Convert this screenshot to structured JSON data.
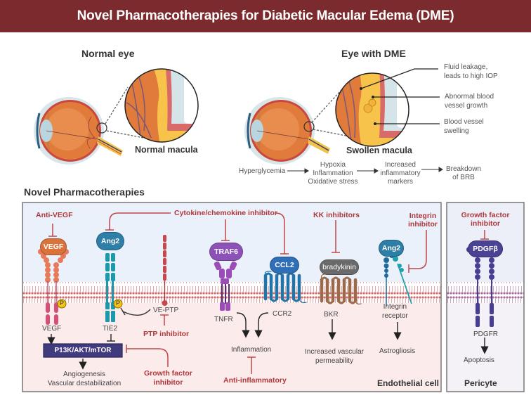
{
  "title": "Novel Pharmacotherapies for Diabetic Macular Edema (DME)",
  "top": {
    "normal_eye": {
      "heading": "Normal eye",
      "zoom_caption": "Normal macula"
    },
    "dme_eye": {
      "heading": "Eye with DME",
      "zoom_caption": "Swollen macula",
      "callouts": [
        {
          "line1": "Fluid leakage,",
          "line2": "leads to high IOP"
        },
        {
          "line1": "Abnormal blood",
          "line2": "vessel growth"
        },
        {
          "line1": "Blood vessel",
          "line2": "swelling"
        }
      ]
    },
    "pathway": [
      {
        "lines": [
          "Hyperglycemia"
        ]
      },
      {
        "lines": [
          "Hypoxia",
          "Inflammation",
          "Oxidative stress"
        ]
      },
      {
        "lines": [
          "Increased",
          "inflammatory",
          "markers"
        ]
      },
      {
        "lines": [
          "Breakdown",
          "of BRB"
        ]
      }
    ]
  },
  "section_title": "Novel Pharmacotherapies",
  "endothelial": {
    "cell_label": "Endothelial cell",
    "inhibitors": {
      "anti_vegf": "Anti-VEGF",
      "cytokine": "Cytokine/chemokine inhibitor",
      "kk": "KK inhibitors",
      "integrin_1": "Integrin",
      "integrin_2": "inhibitor",
      "ptp": "PTP inhibitor",
      "growth_1": "Growth factor",
      "growth_2": "inhibitor",
      "anti_inflammatory": "Anti-inflammatory"
    },
    "ligands": {
      "vegf": "VEGF",
      "ang2": "Ang2",
      "traf6": "TRAF6",
      "ccl2": "CCL2",
      "bradykinin": "bradykinin",
      "ang2_integrin": "Ang2"
    },
    "receptors": {
      "vegf": "VEGF",
      "tie2": "TIE2",
      "veptp": "VE-PTP",
      "tnfr": "TNFR",
      "ccr2": "CCR2",
      "bkr": "BKR",
      "integrin_1": "Integrin",
      "integrin_2": "receptor"
    },
    "phospho_label": "P",
    "pathway_box": "P13K/AKT/mTOR",
    "outcomes": {
      "angio_1": "Angiogenesis",
      "angio_2": "Vascular destabilization",
      "inflammation": "Inflammation",
      "perm_1": "Increased vascular",
      "perm_2": "permeability",
      "astrogliosis": "Astrogliosis"
    }
  },
  "pericyte": {
    "cell_label": "Pericyte",
    "inhibitor_1": "Growth factor",
    "inhibitor_2": "inhibitor",
    "ligand": "PDGFβ",
    "receptor": "PDGFR",
    "outcome": "Apoptosis"
  },
  "colors": {
    "banner": "#7b2a2d",
    "inhibitor_red": "#b0383b",
    "vegf": "#d9733a",
    "ang2": "#2e7fa8",
    "traf6": "#8c52b8",
    "ccl2": "#2f6fb8",
    "bradykinin": "#6a6a6a",
    "pdgf": "#4a4394",
    "pathway_box": "#403a7e"
  }
}
